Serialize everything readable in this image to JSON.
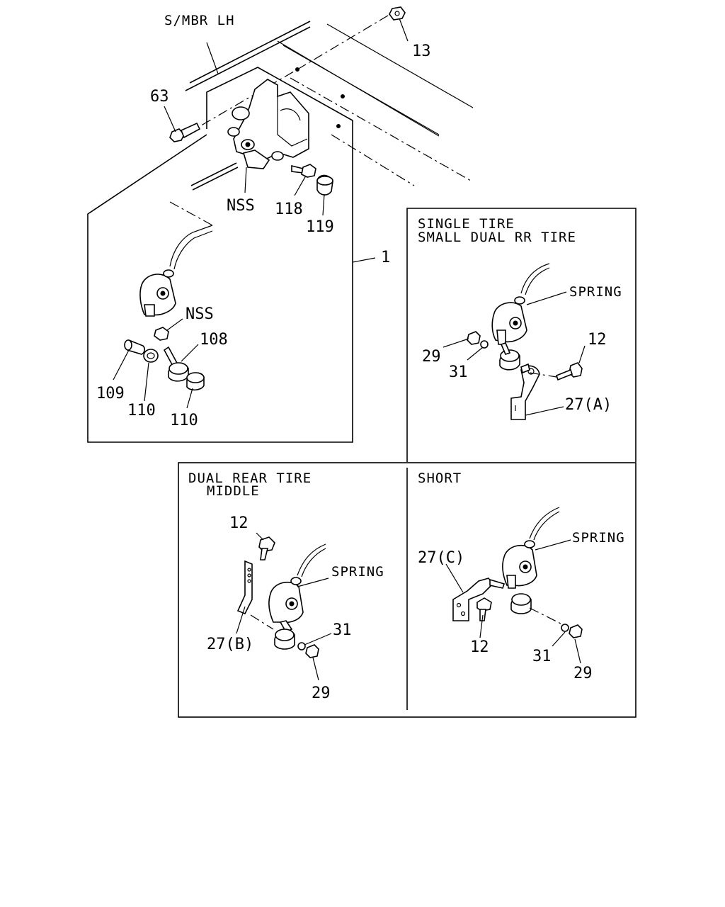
{
  "captions": {
    "frame_member": "S/MBR LH",
    "single_tire_line1": "SINGLE TIRE",
    "single_tire_line2": "SMALL DUAL RR TIRE",
    "dual_rear_line1": "DUAL REAR TIRE",
    "dual_rear_line2": "MIDDLE",
    "short": "SHORT"
  },
  "callouts": {
    "main": {
      "p13": "13",
      "p63": "63",
      "nss_upper": "NSS",
      "p118": "118",
      "p119": "119",
      "p1": "1",
      "nss_lower": "NSS",
      "p108": "108",
      "p109": "109",
      "p110_left": "110",
      "p110_right": "110"
    },
    "single": {
      "spring": "SPRING",
      "p29": "29",
      "p31": "31",
      "p12": "12",
      "p27a": "27(A)"
    },
    "dual": {
      "p12": "12",
      "spring": "SPRING",
      "p27b": "27(B)",
      "p31": "31",
      "p29": "29"
    },
    "short": {
      "spring": "SPRING",
      "p27c": "27(C)",
      "p12": "12",
      "p31": "31",
      "p29": "29"
    }
  }
}
